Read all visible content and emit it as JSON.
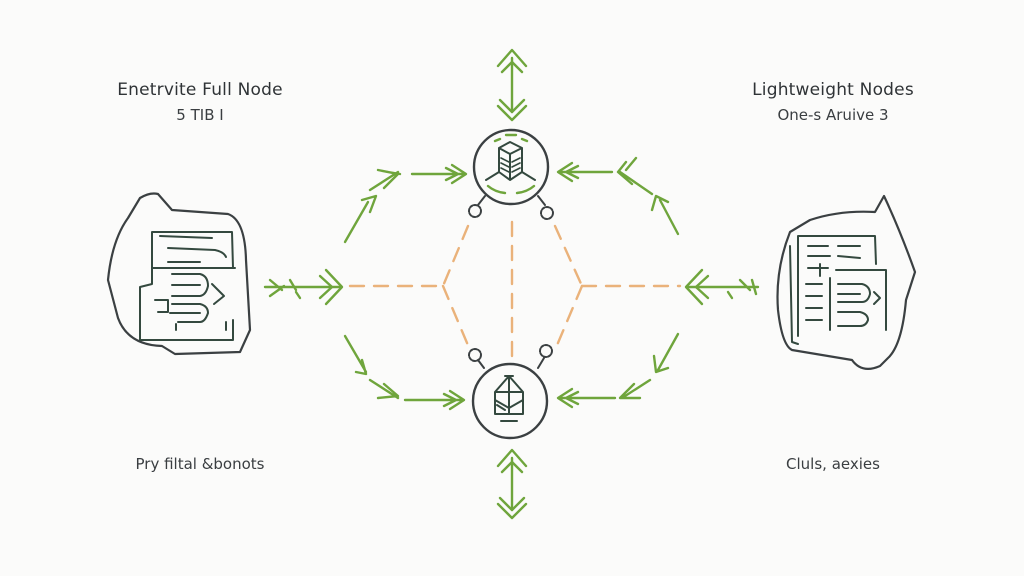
{
  "left_node": {
    "title": "Enetrvite Full Node",
    "subtitle": "5 TIB I",
    "footer": "Pry filtal &bonots"
  },
  "right_node": {
    "title": "Lightweight Nodes",
    "subtitle": "One-s Aruive 3",
    "footer": "Cluls, aexies"
  },
  "center": {
    "top_hub_icon": "server-stack-icon",
    "bottom_hub_icon": "package-box-icon"
  },
  "colors": {
    "arrows": "#6fa53c",
    "dashed_links": "#eab27a",
    "ink": "#3b4042",
    "background": "#fbfbfa"
  }
}
